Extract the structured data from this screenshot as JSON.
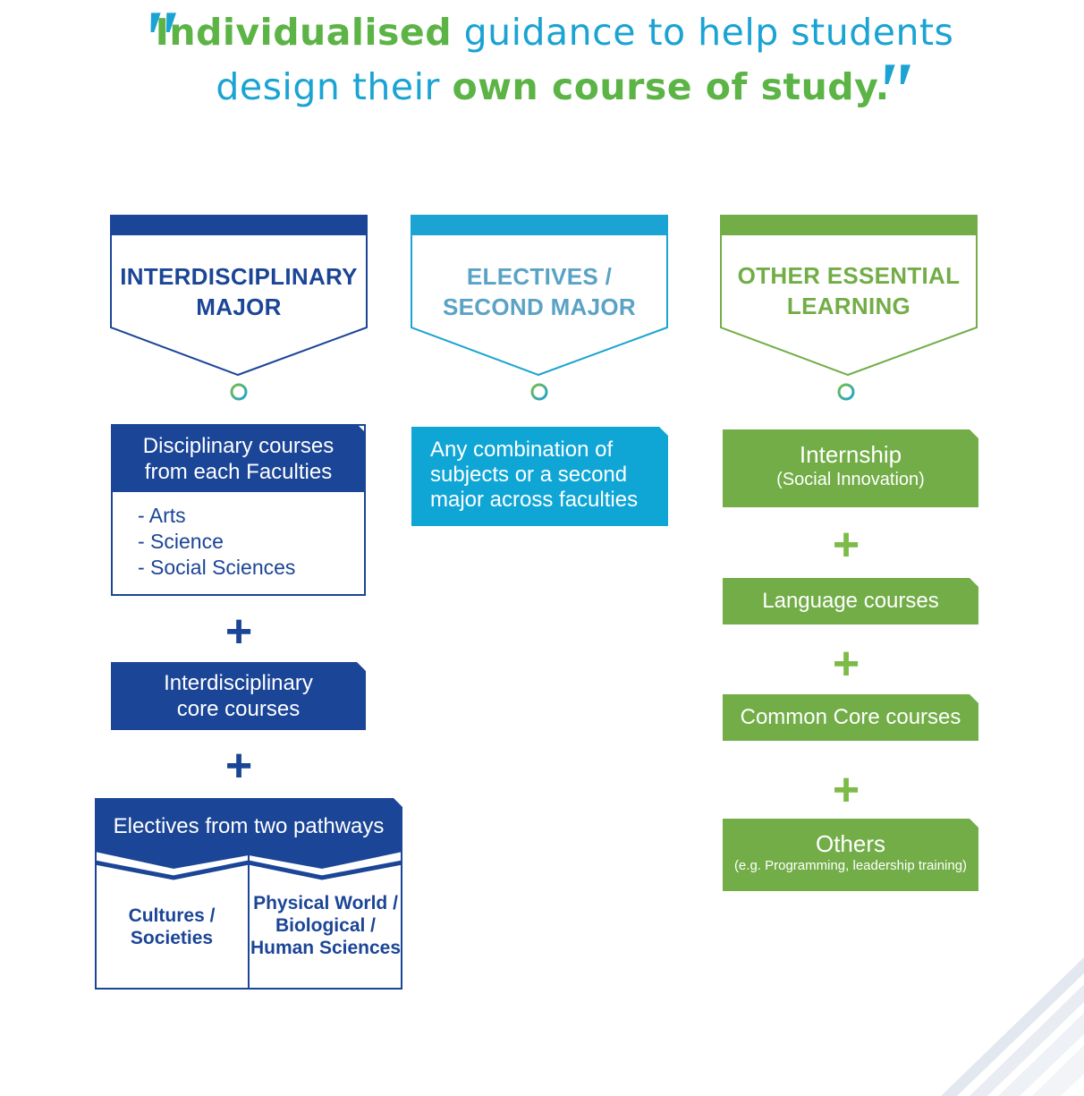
{
  "headline": {
    "line1": {
      "part1": "Individualised",
      "part2": " guidance to help students"
    },
    "line2": {
      "part1": "design their ",
      "part2": "own course of study."
    }
  },
  "columns": {
    "major": {
      "title_line1": "INTERDISCIPLINARY",
      "title_line2": "MAJOR",
      "color": "#1b4596"
    },
    "electives": {
      "title_line1": "ELECTIVES /",
      "title_line2": "SECOND MAJOR",
      "color": "#1aa3d3"
    },
    "other": {
      "title_line1": "OTHER ESSENTIAL",
      "title_line2": "LEARNING",
      "color": "#72ad47"
    }
  },
  "major": {
    "disciplinary": {
      "title_line1": "Disciplinary courses",
      "title_line2": "from each Faculties",
      "items": [
        "- Arts",
        "- Science",
        "- Social Sciences"
      ]
    },
    "plus": "+",
    "core": {
      "line1": "Interdisciplinary",
      "line2": "core courses"
    },
    "pathways": {
      "title": "Electives from two pathways",
      "left_line1": "Cultures /",
      "left_line2": "Societies",
      "right_line1": "Physical World /",
      "right_line2": "Biological /",
      "right_line3": "Human Sciences"
    }
  },
  "electives": {
    "box_line1": "Any combination of",
    "box_line2": "subjects or a second",
    "box_line3": "major across faculties"
  },
  "other": {
    "internship": {
      "title": "Internship",
      "subtitle": "(Social Innovation)"
    },
    "language": "Language courses",
    "common_core": "Common Core courses",
    "others": {
      "title": "Others",
      "subtitle": "(e.g. Programming, leadership training)"
    }
  }
}
